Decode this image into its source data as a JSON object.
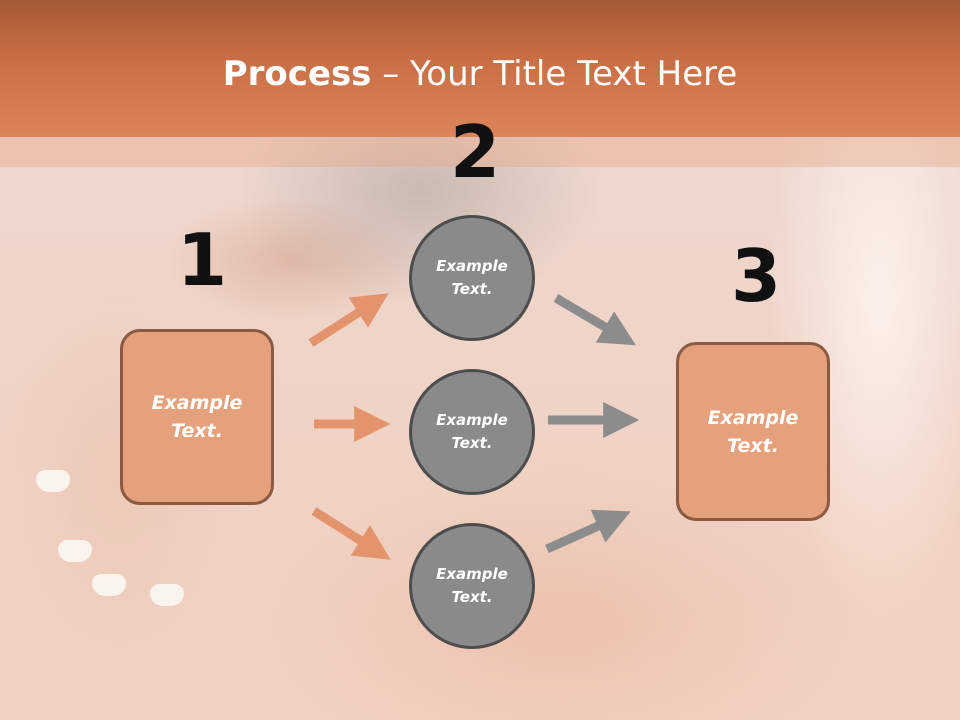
{
  "slide": {
    "title_bold": "Process",
    "title_rest": " – Your Title Text Here"
  },
  "steps": {
    "numbers": [
      "1",
      "2",
      "3"
    ],
    "left_box": "Example\nText.",
    "circles": [
      "Example\nText.",
      "Example\nText.",
      "Example\nText."
    ],
    "right_box": "Example\nText."
  },
  "colors": {
    "header": "#d07a4f",
    "box_fill": "#e5a07c",
    "box_border": "#8a5a43",
    "circle_fill": "#8a8a8a",
    "circle_border": "#4d4d4d",
    "arrow_orange": "#e4946d",
    "arrow_gray": "#8c8c8c"
  }
}
